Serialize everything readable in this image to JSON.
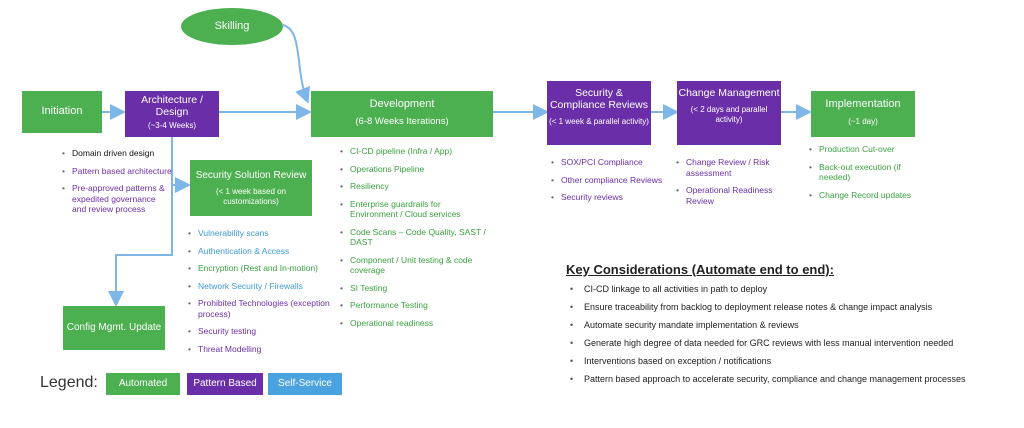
{
  "nodes": {
    "skilling": "Skilling",
    "initiation": "Initiation",
    "architecture": {
      "title": "Architecture / Design",
      "sub": "(~3-4 Weeks)"
    },
    "development": {
      "title": "Development",
      "sub": "(6-8 Weeks Iterations)"
    },
    "security_compliance": {
      "title": "Security & Compliance Reviews",
      "sub": "(< 1 week & parallel activity)"
    },
    "change_management": {
      "title": "Change Management",
      "sub": "(< 2 days and parallel activity)"
    },
    "implementation": {
      "title": "Implementation",
      "sub": "(~1 day)"
    },
    "security_solution_review": {
      "title": "Security Solution Review",
      "sub": "(< 1 week based on customizations)"
    },
    "config_mgmt": "Config Mgmt. Update"
  },
  "lists": {
    "architecture": [
      {
        "text": "Domain driven design",
        "type": "black"
      },
      {
        "text": "Pattern based architecture",
        "type": "purple"
      },
      {
        "text": "Pre-approved patterns & expedited governance and review process",
        "type": "purple"
      }
    ],
    "security_solution": [
      {
        "text": "Vulnerability scans",
        "type": "blue"
      },
      {
        "text": "Authentication & Access",
        "type": "blue"
      },
      {
        "text": "Encryption (Rest and In-motion)",
        "type": "green"
      },
      {
        "text": "Network Security / Firewalls",
        "type": "blue"
      },
      {
        "text": "Prohibited Technologies (exception process)",
        "type": "purple"
      },
      {
        "text": "Security testing",
        "type": "purple"
      },
      {
        "text": "Threat Modelling",
        "type": "purple"
      }
    ],
    "development": [
      {
        "text": "CI-CD pipeline (Infra / App)",
        "type": "green"
      },
      {
        "text": "Operations Pipeline",
        "type": "green"
      },
      {
        "text": "Resiliency",
        "type": "green"
      },
      {
        "text": "Enterprise guardrails for Environment / Cloud services",
        "type": "green"
      },
      {
        "text": "Code Scans – Code Quality, SAST / DAST",
        "type": "green"
      },
      {
        "text": "Component / Unit testing & code coverage",
        "type": "green"
      },
      {
        "text": "SI Testing",
        "type": "green"
      },
      {
        "text": "Performance Testing",
        "type": "green"
      },
      {
        "text": "Operational readiness",
        "type": "green"
      }
    ],
    "security_compliance": [
      {
        "text": "SOX/PCI Compliance",
        "type": "purple"
      },
      {
        "text": "Other compliance Reviews",
        "type": "purple"
      },
      {
        "text": "Security reviews",
        "type": "purple"
      }
    ],
    "change_management": [
      {
        "text": "Change Review / Risk assessment",
        "type": "purple"
      },
      {
        "text": "Operational Readiness Review",
        "type": "purple"
      }
    ],
    "implementation": [
      {
        "text": "Production Cut-over",
        "type": "green"
      },
      {
        "text": "Back-out execution (if needed)",
        "type": "green"
      },
      {
        "text": "Change Record updates",
        "type": "green"
      }
    ]
  },
  "key_considerations": {
    "title": "Key Considerations (Automate end to end):",
    "items": [
      "CI-CD linkage to all activities in path to deploy",
      "Ensure traceability from backlog to deployment release notes & change impact analysis",
      "Automate security mandate implementation & reviews",
      "Generate high degree of data needed for GRC reviews with less manual intervention needed",
      "Interventions based on exception / notifications",
      "Pattern based approach to accelerate security, compliance and change management processes"
    ]
  },
  "legend": {
    "label": "Legend:",
    "automated": "Automated",
    "pattern_based": "Pattern Based",
    "self_service": "Self-Service"
  },
  "colors": {
    "automated": "#4caf50",
    "pattern_based": "#6a2fa8",
    "self_service": "#4aa3df",
    "connector": "#7fb6e8"
  }
}
